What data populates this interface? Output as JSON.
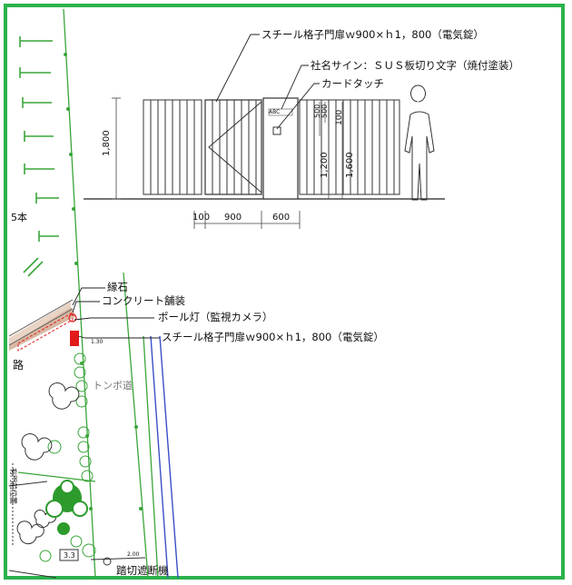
{
  "elevation": {
    "dims": {
      "height_left": "1,800",
      "bottom_100": "100",
      "bottom_900": "900",
      "bottom_600": "600",
      "v_1200": "1,200",
      "v_1600": "1,600",
      "v_100": "100",
      "v_500_a": "500",
      "v_500_b": "500"
    },
    "labels": {
      "gate": "スチール格子門扉ｗ900×ｈ1，800（電気錠）",
      "sign": "社名サイン：ＳＵＳ板切り文字（焼付塗装）",
      "card": "カードタッチ",
      "logo": "ABC"
    }
  },
  "plan": {
    "labels": {
      "curb": "縁石",
      "concrete": "コンクリート舗装",
      "pole_light": "ポール灯（監視カメラ）",
      "gate": "スチール格子門扉ｗ900×ｈ1，800（電気錠）",
      "road": "トンボ道",
      "crossing": "踏切遮断機",
      "count_5": "5本",
      "road_left": "路",
      "box_33": "3.3",
      "small_1": "1.30",
      "small_2": "2.00",
      "vertical_text": "有門前位置"
    }
  },
  "colors": {
    "frame": "#2bb24c",
    "boundary_green": "#3aa53a",
    "road_blue": "#3b4fc7",
    "paving": "#d7b7a2",
    "gate_red": "#e21b1b",
    "line": "#333333"
  }
}
